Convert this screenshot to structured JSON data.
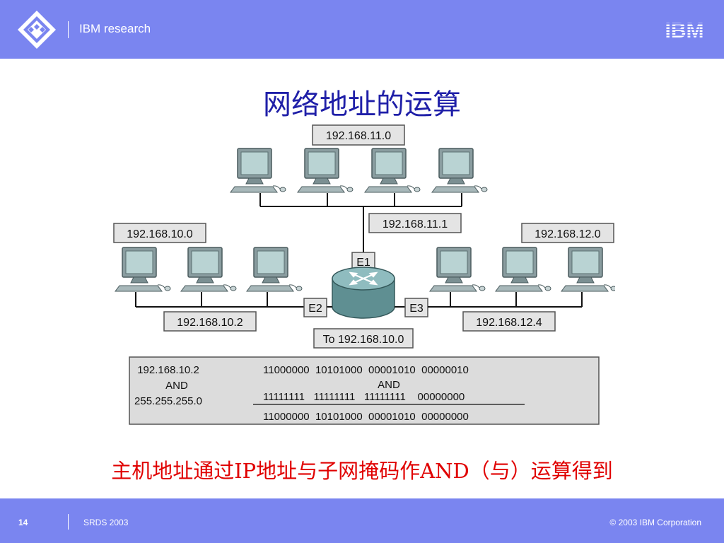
{
  "header": {
    "org_name": "IBM research",
    "brand_logo": "IBM",
    "colors": {
      "bar": "#7a85f0",
      "text": "#ffffff"
    }
  },
  "slide": {
    "title": "网络地址的运算",
    "caption": "主机地址通过IP地址与子网掩码作AND（与）运算得到",
    "colors": {
      "title": "#1f1fa8",
      "caption": "#e00000"
    }
  },
  "network": {
    "top_network": "192.168.11.0",
    "top_gateway": "192.168.11.1",
    "left_network": "192.168.10.0",
    "left_gateway": "192.168.10.2",
    "right_network": "192.168.12.0",
    "right_gateway": "192.168.12.4",
    "port_e1": "E1",
    "port_e2": "E2",
    "port_e3": "E3",
    "destination": "To 192.168.10.0",
    "icons": [
      "computer-icon",
      "router-icon"
    ]
  },
  "calculation": {
    "ip": "192.168.10.2",
    "op": "AND",
    "mask": "255.255.255.0",
    "ip_binary": "11000000  10101000  00001010  00000010",
    "op_binary": "AND",
    "mask_binary": "11111111   11111111   11111111    00000000",
    "result_binary": "11000000  10101000  00001010  00000000"
  },
  "footer": {
    "page": "14",
    "event": "SRDS 2003",
    "copyright": "© 2003 IBM Corporation"
  }
}
